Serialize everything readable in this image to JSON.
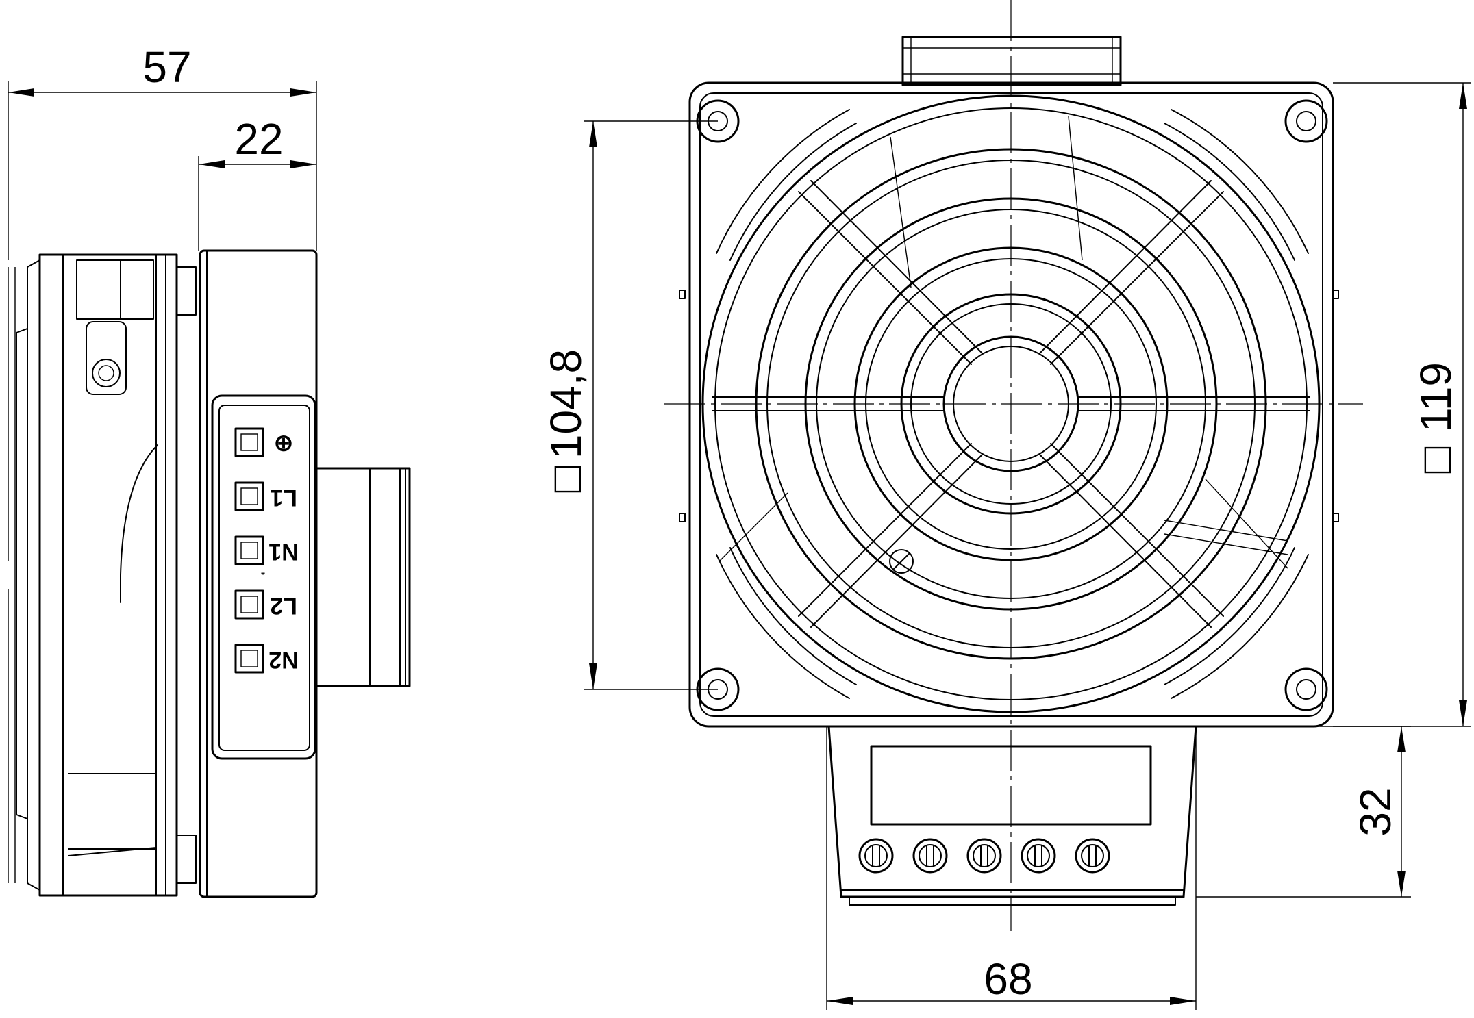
{
  "dimensions": {
    "total_depth": "57",
    "heater_depth": "22",
    "hole_spacing": "104,8",
    "frame_size": "119",
    "height_below": "32",
    "terminal_width": "68"
  },
  "terminals": [
    "⊕",
    "L1",
    "N1",
    "L2",
    "N2"
  ],
  "terminal_star": "*",
  "square_symbol": "□"
}
